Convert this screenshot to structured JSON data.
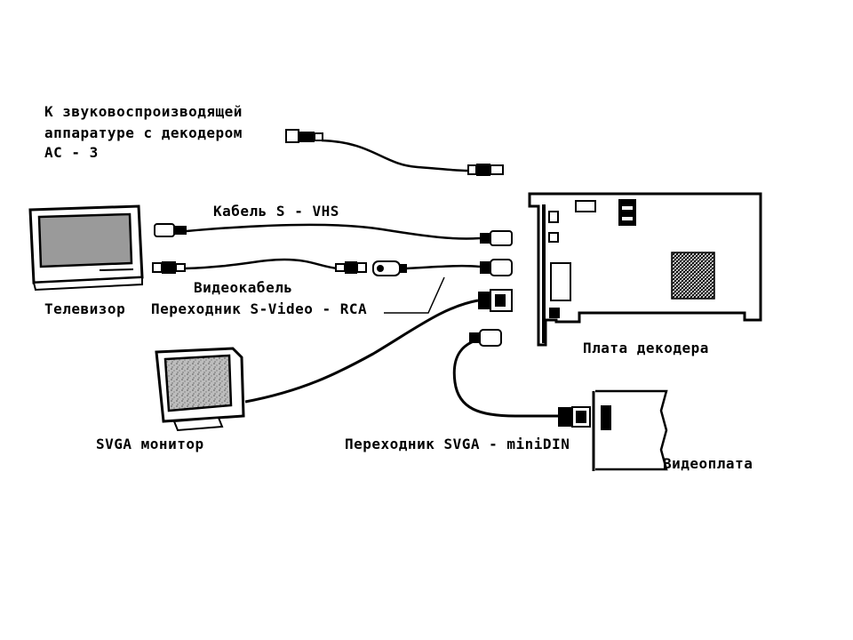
{
  "labels": {
    "audio_line1": "К звуковоспроизводящей",
    "audio_line2": "аппаратуре с декодером",
    "audio_line3": "AC - 3",
    "svhs_cable": "Кабель S - VHS",
    "video_cable": "Видеокабель",
    "tv": "Телевизор",
    "svideo_rca_adapter": "Переходник S-Video - RCA",
    "decoder_board": "Плата декодера",
    "svga_monitor": "SVGA монитор",
    "svga_mini_din_adapter": "Переходник SVGA - miniDIN",
    "video_card": "Видеоплата"
  },
  "colors": {
    "ink": "#000000",
    "paper": "#ffffff",
    "screen": "#9a9a9a"
  }
}
